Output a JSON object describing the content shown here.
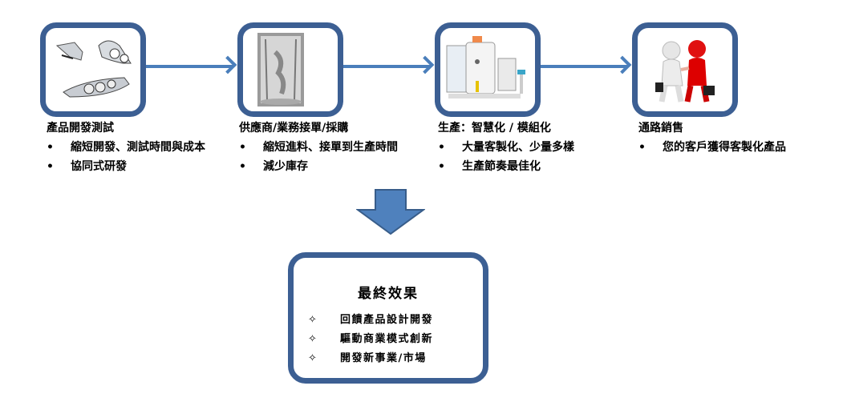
{
  "diagram": {
    "accent_color": "#3c5f93",
    "arrow_color": "#4a7ebb",
    "stages": [
      {
        "image": "headlights-image",
        "title": "產品開發測試",
        "bullets": [
          "縮短開發、測試時間與成本",
          "協同式研發"
        ]
      },
      {
        "image": "booth-machine-image",
        "title": "供應商/業務接單/採購",
        "bullets": [
          "縮短進料、接單到生產時間",
          "減少庫存"
        ]
      },
      {
        "image": "production-machine-image",
        "title": "生產：智慧化 / 模組化",
        "bullets": [
          "大量客製化、少量多樣",
          "生產節奏最佳化"
        ]
      },
      {
        "image": "handshake-image",
        "title": "通路銷售",
        "bullets": [
          "您的客戶獲得客製化產品"
        ]
      }
    ],
    "bullet_glyph": "•",
    "final": {
      "title": "最終效果",
      "glyph": "✧",
      "items": [
        "回饋產品設計開發",
        "驅動商業模式創新",
        "開發新事業/市場"
      ]
    }
  }
}
